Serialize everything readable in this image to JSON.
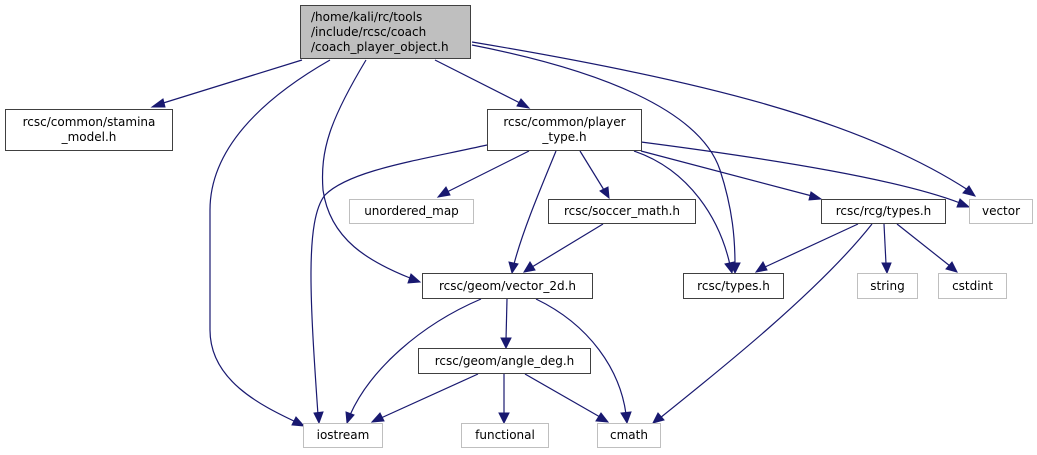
{
  "diagram": {
    "title": "Include dependency graph for coach_player_object.h",
    "colors": {
      "edge": "#191970",
      "root_fill": "#bfbfbf",
      "local_border": "#404040",
      "system_border": "#bfbfbf"
    },
    "nodes": {
      "root": {
        "label": "/home/kali/rc/tools\n/include/rcsc/coach\n/coach_player_object.h",
        "kind": "root"
      },
      "stamina": {
        "label": "rcsc/common/stamina\n_model.h",
        "kind": "local"
      },
      "player_type": {
        "label": "rcsc/common/player\n_type.h",
        "kind": "local"
      },
      "unordered_map": {
        "label": "unordered_map",
        "kind": "system"
      },
      "soccer_math": {
        "label": "rcsc/soccer_math.h",
        "kind": "local"
      },
      "rcg_types": {
        "label": "rcsc/rcg/types.h",
        "kind": "local"
      },
      "vector": {
        "label": "vector",
        "kind": "system"
      },
      "vector_2d": {
        "label": "rcsc/geom/vector_2d.h",
        "kind": "local"
      },
      "types_h": {
        "label": "rcsc/types.h",
        "kind": "local"
      },
      "string": {
        "label": "string",
        "kind": "system"
      },
      "cstdint": {
        "label": "cstdint",
        "kind": "system"
      },
      "angle_deg": {
        "label": "rcsc/geom/angle_deg.h",
        "kind": "local"
      },
      "iostream": {
        "label": "iostream",
        "kind": "system"
      },
      "functional": {
        "label": "functional",
        "kind": "system"
      },
      "cmath": {
        "label": "cmath",
        "kind": "system"
      }
    },
    "edges": [
      [
        "root",
        "stamina"
      ],
      [
        "root",
        "player_type"
      ],
      [
        "root",
        "vector_2d"
      ],
      [
        "root",
        "iostream"
      ],
      [
        "root",
        "types_h"
      ],
      [
        "root",
        "vector"
      ],
      [
        "player_type",
        "unordered_map"
      ],
      [
        "player_type",
        "soccer_math"
      ],
      [
        "player_type",
        "vector_2d"
      ],
      [
        "player_type",
        "iostream"
      ],
      [
        "player_type",
        "types_h"
      ],
      [
        "player_type",
        "rcg_types"
      ],
      [
        "player_type",
        "vector"
      ],
      [
        "soccer_math",
        "vector_2d"
      ],
      [
        "rcg_types",
        "types_h"
      ],
      [
        "rcg_types",
        "string"
      ],
      [
        "rcg_types",
        "cstdint"
      ],
      [
        "rcg_types",
        "cmath"
      ],
      [
        "vector_2d",
        "angle_deg"
      ],
      [
        "vector_2d",
        "iostream"
      ],
      [
        "vector_2d",
        "cmath"
      ],
      [
        "angle_deg",
        "iostream"
      ],
      [
        "angle_deg",
        "functional"
      ],
      [
        "angle_deg",
        "cmath"
      ]
    ]
  }
}
